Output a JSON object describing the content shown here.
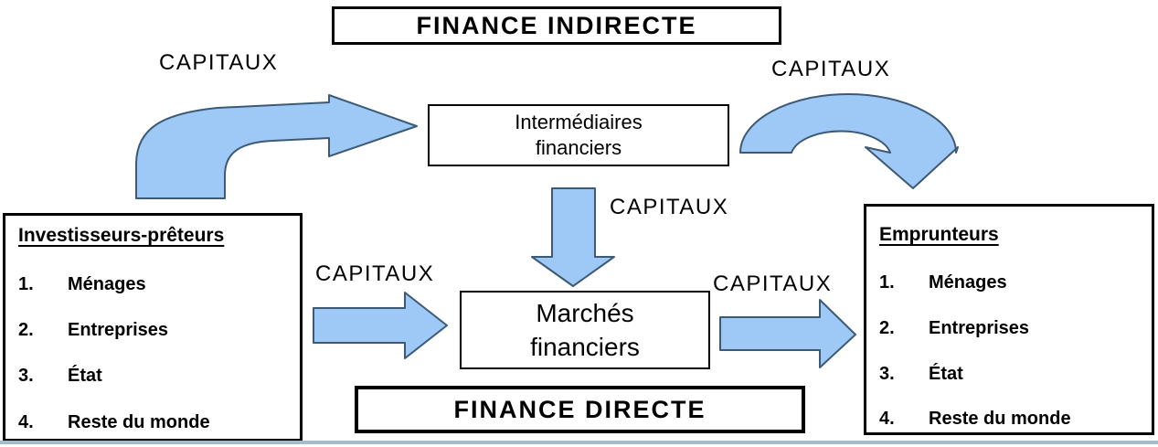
{
  "banners": {
    "indirect": "FINANCE INDIRECTE",
    "direct": "FINANCE DIRECTE"
  },
  "nodes": {
    "intermediaries": {
      "line1": "Intermédiaires",
      "line2": "financiers"
    },
    "markets": {
      "line1": "Marchés",
      "line2": "financiers"
    }
  },
  "flow_labels": {
    "top_left": "CAPITAUX",
    "top_right": "CAPITAUX",
    "middle": "CAPITAUX",
    "mid_left": "CAPITAUX",
    "mid_right": "CAPITAUX"
  },
  "lenders": {
    "title": "Investisseurs-prêteurs",
    "items": [
      {
        "num": "1.",
        "label": "Ménages"
      },
      {
        "num": "2.",
        "label": "Entreprises"
      },
      {
        "num": "3.",
        "label": "État"
      },
      {
        "num": "4.",
        "label": "Reste du monde"
      }
    ]
  },
  "borrowers": {
    "title": "Emprunteurs",
    "items": [
      {
        "num": "1.",
        "label": "Ménages"
      },
      {
        "num": "2.",
        "label": "Entreprises"
      },
      {
        "num": "3.",
        "label": "État"
      },
      {
        "num": "4.",
        "label": "Reste du monde"
      }
    ]
  },
  "icons": {
    "bent_arrow": "curved-right-arrow",
    "arch_arrow": "arc-down-arrow",
    "down_arrow": "down-arrow",
    "right_arrow": "right-arrow"
  },
  "colors": {
    "arrow_fill": "#9EC8F6",
    "arrow_stroke": "#3D5A75",
    "box_border": "#000000",
    "bottom_rule": "#A6BCCB",
    "background": "#FFFFFF",
    "text": "#000000"
  }
}
